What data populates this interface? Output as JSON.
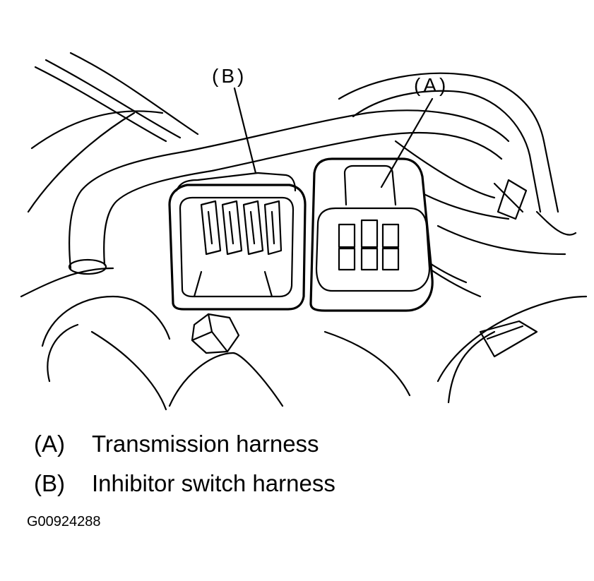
{
  "callouts": {
    "a": "(A)",
    "b": "(B)"
  },
  "legend": [
    {
      "key": "(A)",
      "text": "Transmission harness"
    },
    {
      "key": "(B)",
      "text": "Inhibitor switch harness"
    }
  ],
  "figure_id": "G00924288"
}
